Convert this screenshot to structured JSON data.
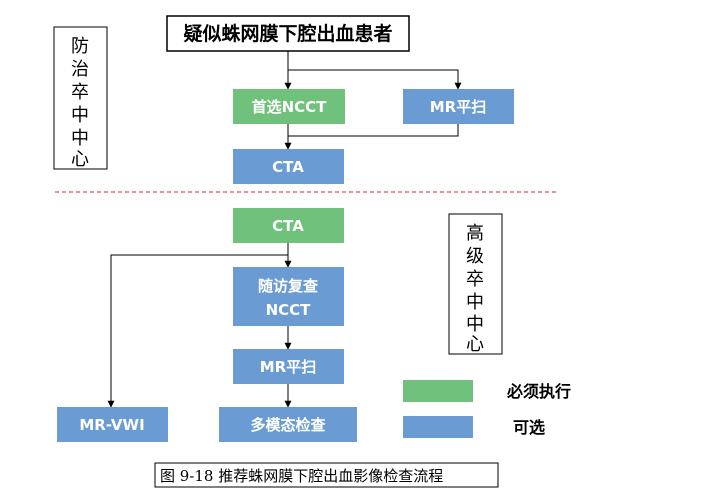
{
  "colors": {
    "mandatory": "#70c17b",
    "optional": "#6b9bd3",
    "divider": "#e0202a",
    "line": "#000000"
  },
  "flow": {
    "patient": "疑似蛛网膜下腔出血患者",
    "ncct_first": "首选NCCT",
    "mr_scan_top": "MR平扫",
    "cta_top": "CTA",
    "cta_bottom": "CTA",
    "followup_line1": "随访复查",
    "followup_line2": "NCCT",
    "mr_scan_bottom": "MR平扫",
    "mr_vwi": "MR-VWI",
    "multimodal": "多模态检查"
  },
  "centers": {
    "stroke_prevention": [
      "防",
      "治",
      "卒",
      "中",
      "中",
      "心"
    ],
    "advanced_stroke": [
      "高",
      "级",
      "卒",
      "中",
      "中",
      "心"
    ]
  },
  "legend": {
    "mandatory_label": "必须执行",
    "optional_label": "可选"
  },
  "caption": "图 9-18   推荐蛛网膜下腔出血影像检查流程"
}
